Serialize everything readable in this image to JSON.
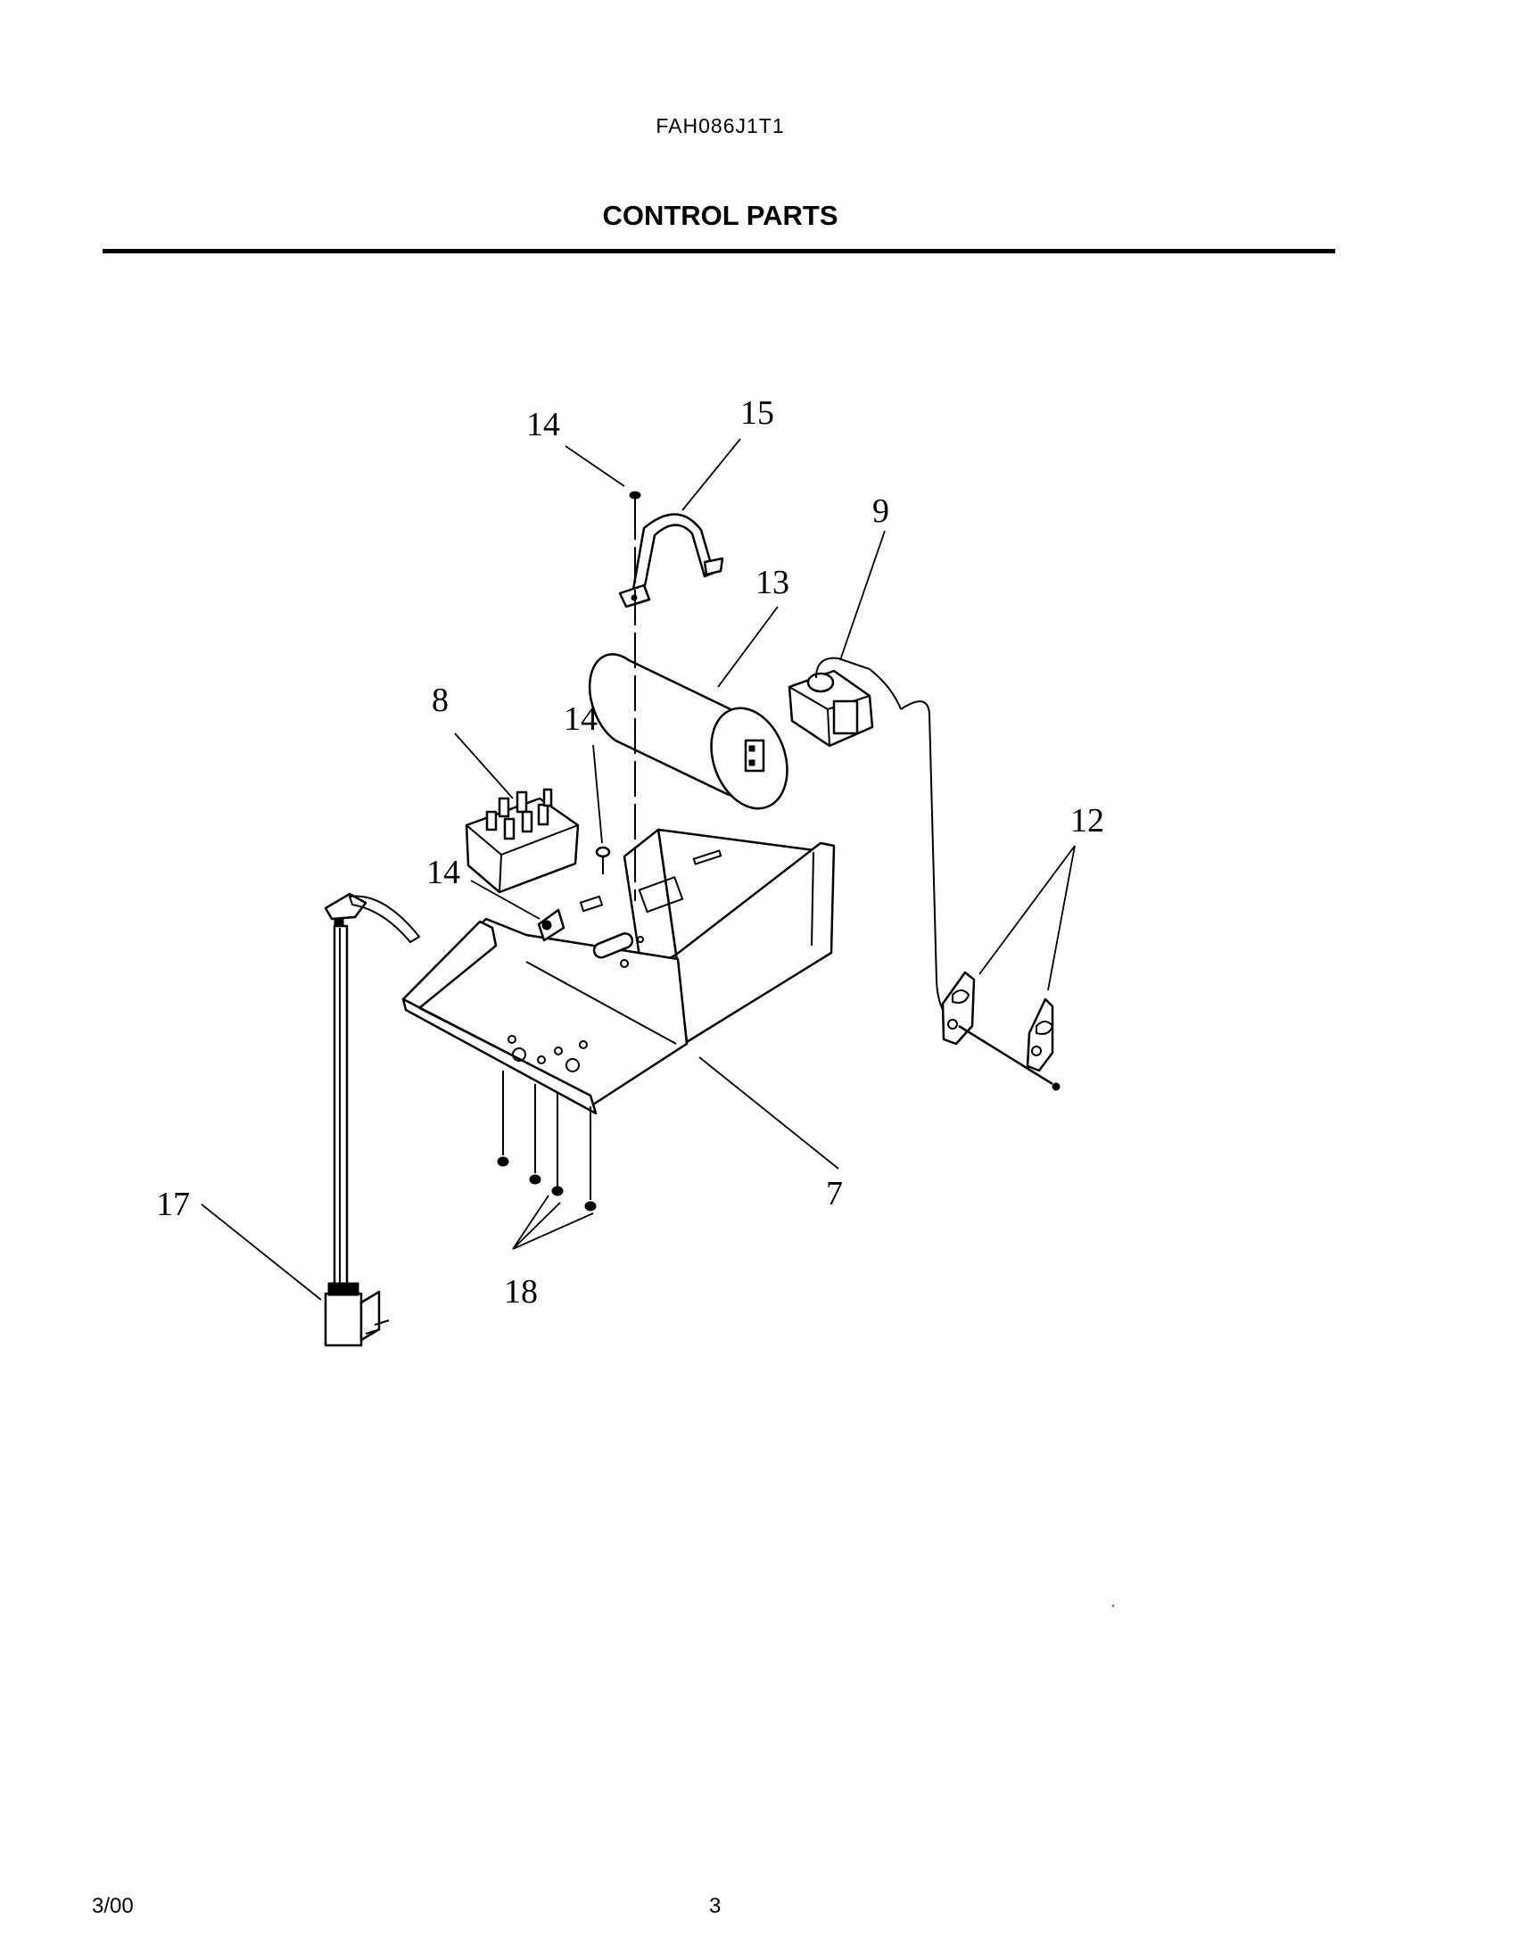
{
  "header": {
    "model": "FAH086J1T1",
    "title": "CONTROL PARTS"
  },
  "callouts": {
    "c7": "7",
    "c8": "8",
    "c9": "9",
    "c12": "12",
    "c13": "13",
    "c14_top": "14",
    "c14_mid": "14",
    "c14_left": "14",
    "c15": "15",
    "c17": "17",
    "c18": "18"
  },
  "footer": {
    "date": "3/00",
    "page": "3"
  }
}
